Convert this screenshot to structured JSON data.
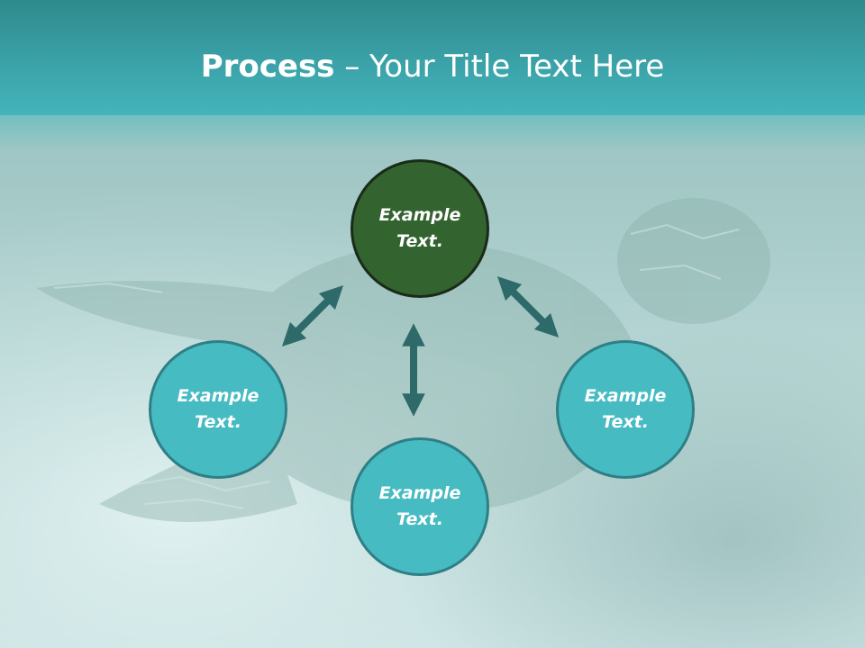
{
  "slide": {
    "title_bold": "Process",
    "title_rest": " – Your Title Text Here"
  },
  "nodes": [
    {
      "id": "top",
      "text": "Example\nText."
    },
    {
      "id": "left",
      "text": "Example\nText."
    },
    {
      "id": "right",
      "text": "Example\nText."
    },
    {
      "id": "bottom",
      "text": "Example\nText."
    }
  ],
  "colors": {
    "header": "#3aa2a8",
    "center_node": "#33632f",
    "outer_node": "#47bbc2",
    "arrow": "#2e6a69"
  }
}
